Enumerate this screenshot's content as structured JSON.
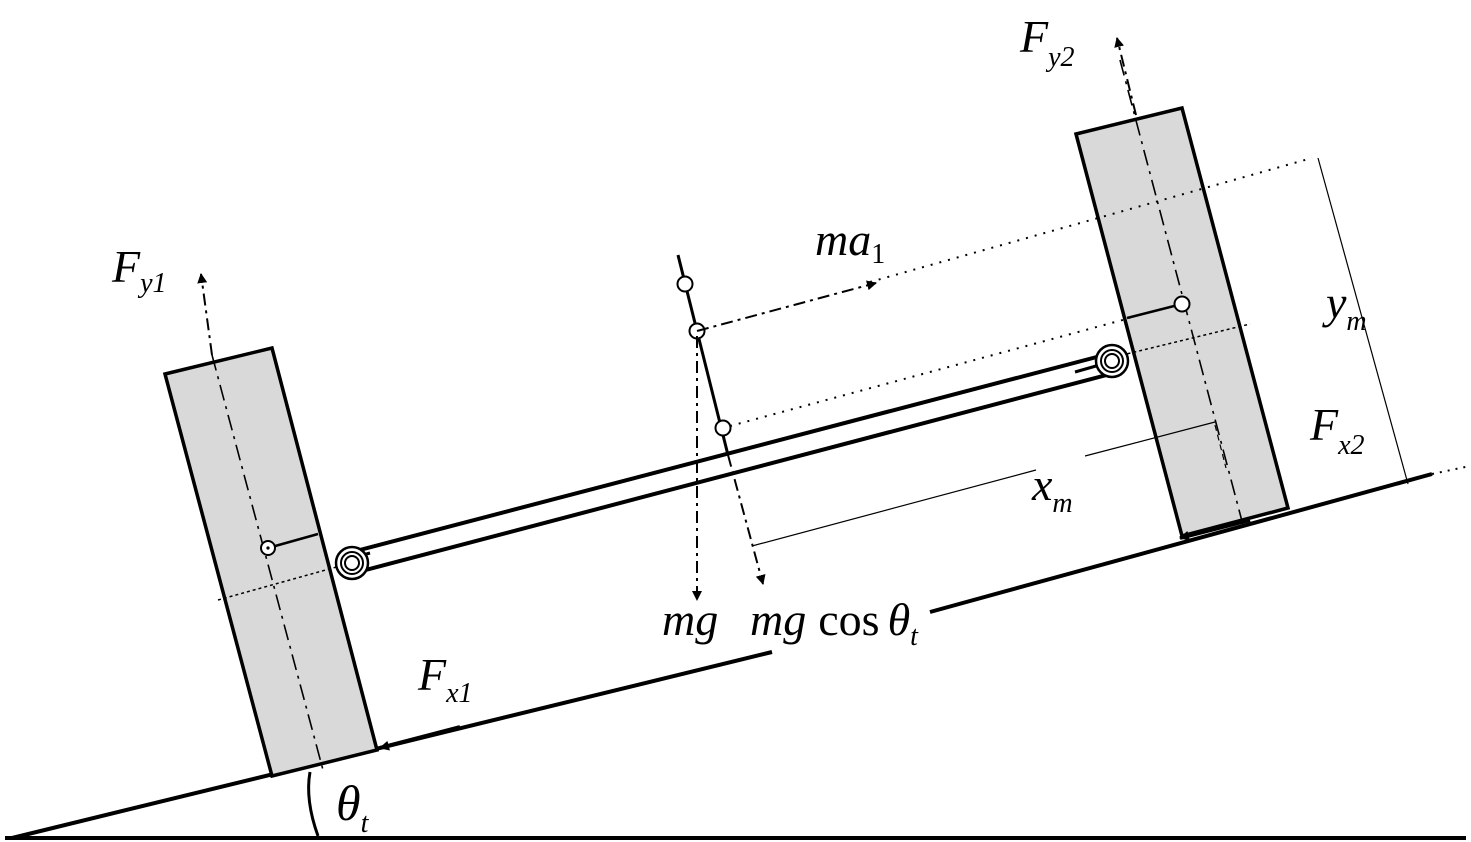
{
  "colors": {
    "wheel_fill": "#d9d9d9",
    "stroke": "#000000",
    "background": "#ffffff"
  },
  "labels": {
    "fy1": {
      "main": "F",
      "sub": "y1"
    },
    "fy2": {
      "main": "F",
      "sub": "y2"
    },
    "fx1": {
      "main": "F",
      "sub": "x1"
    },
    "fx2": {
      "main": "F",
      "sub": "x2"
    },
    "ma1": {
      "main": "ma",
      "sub": "1"
    },
    "ym": {
      "main": "y",
      "sub": "m"
    },
    "xm": {
      "main": "x",
      "sub": "m"
    },
    "mg": {
      "main": "mg"
    },
    "mgcos": {
      "main": "mg",
      "func": "cos",
      "theta": "θ",
      "sub": "t"
    },
    "theta_t": {
      "main": "θ",
      "sub": "t"
    }
  }
}
